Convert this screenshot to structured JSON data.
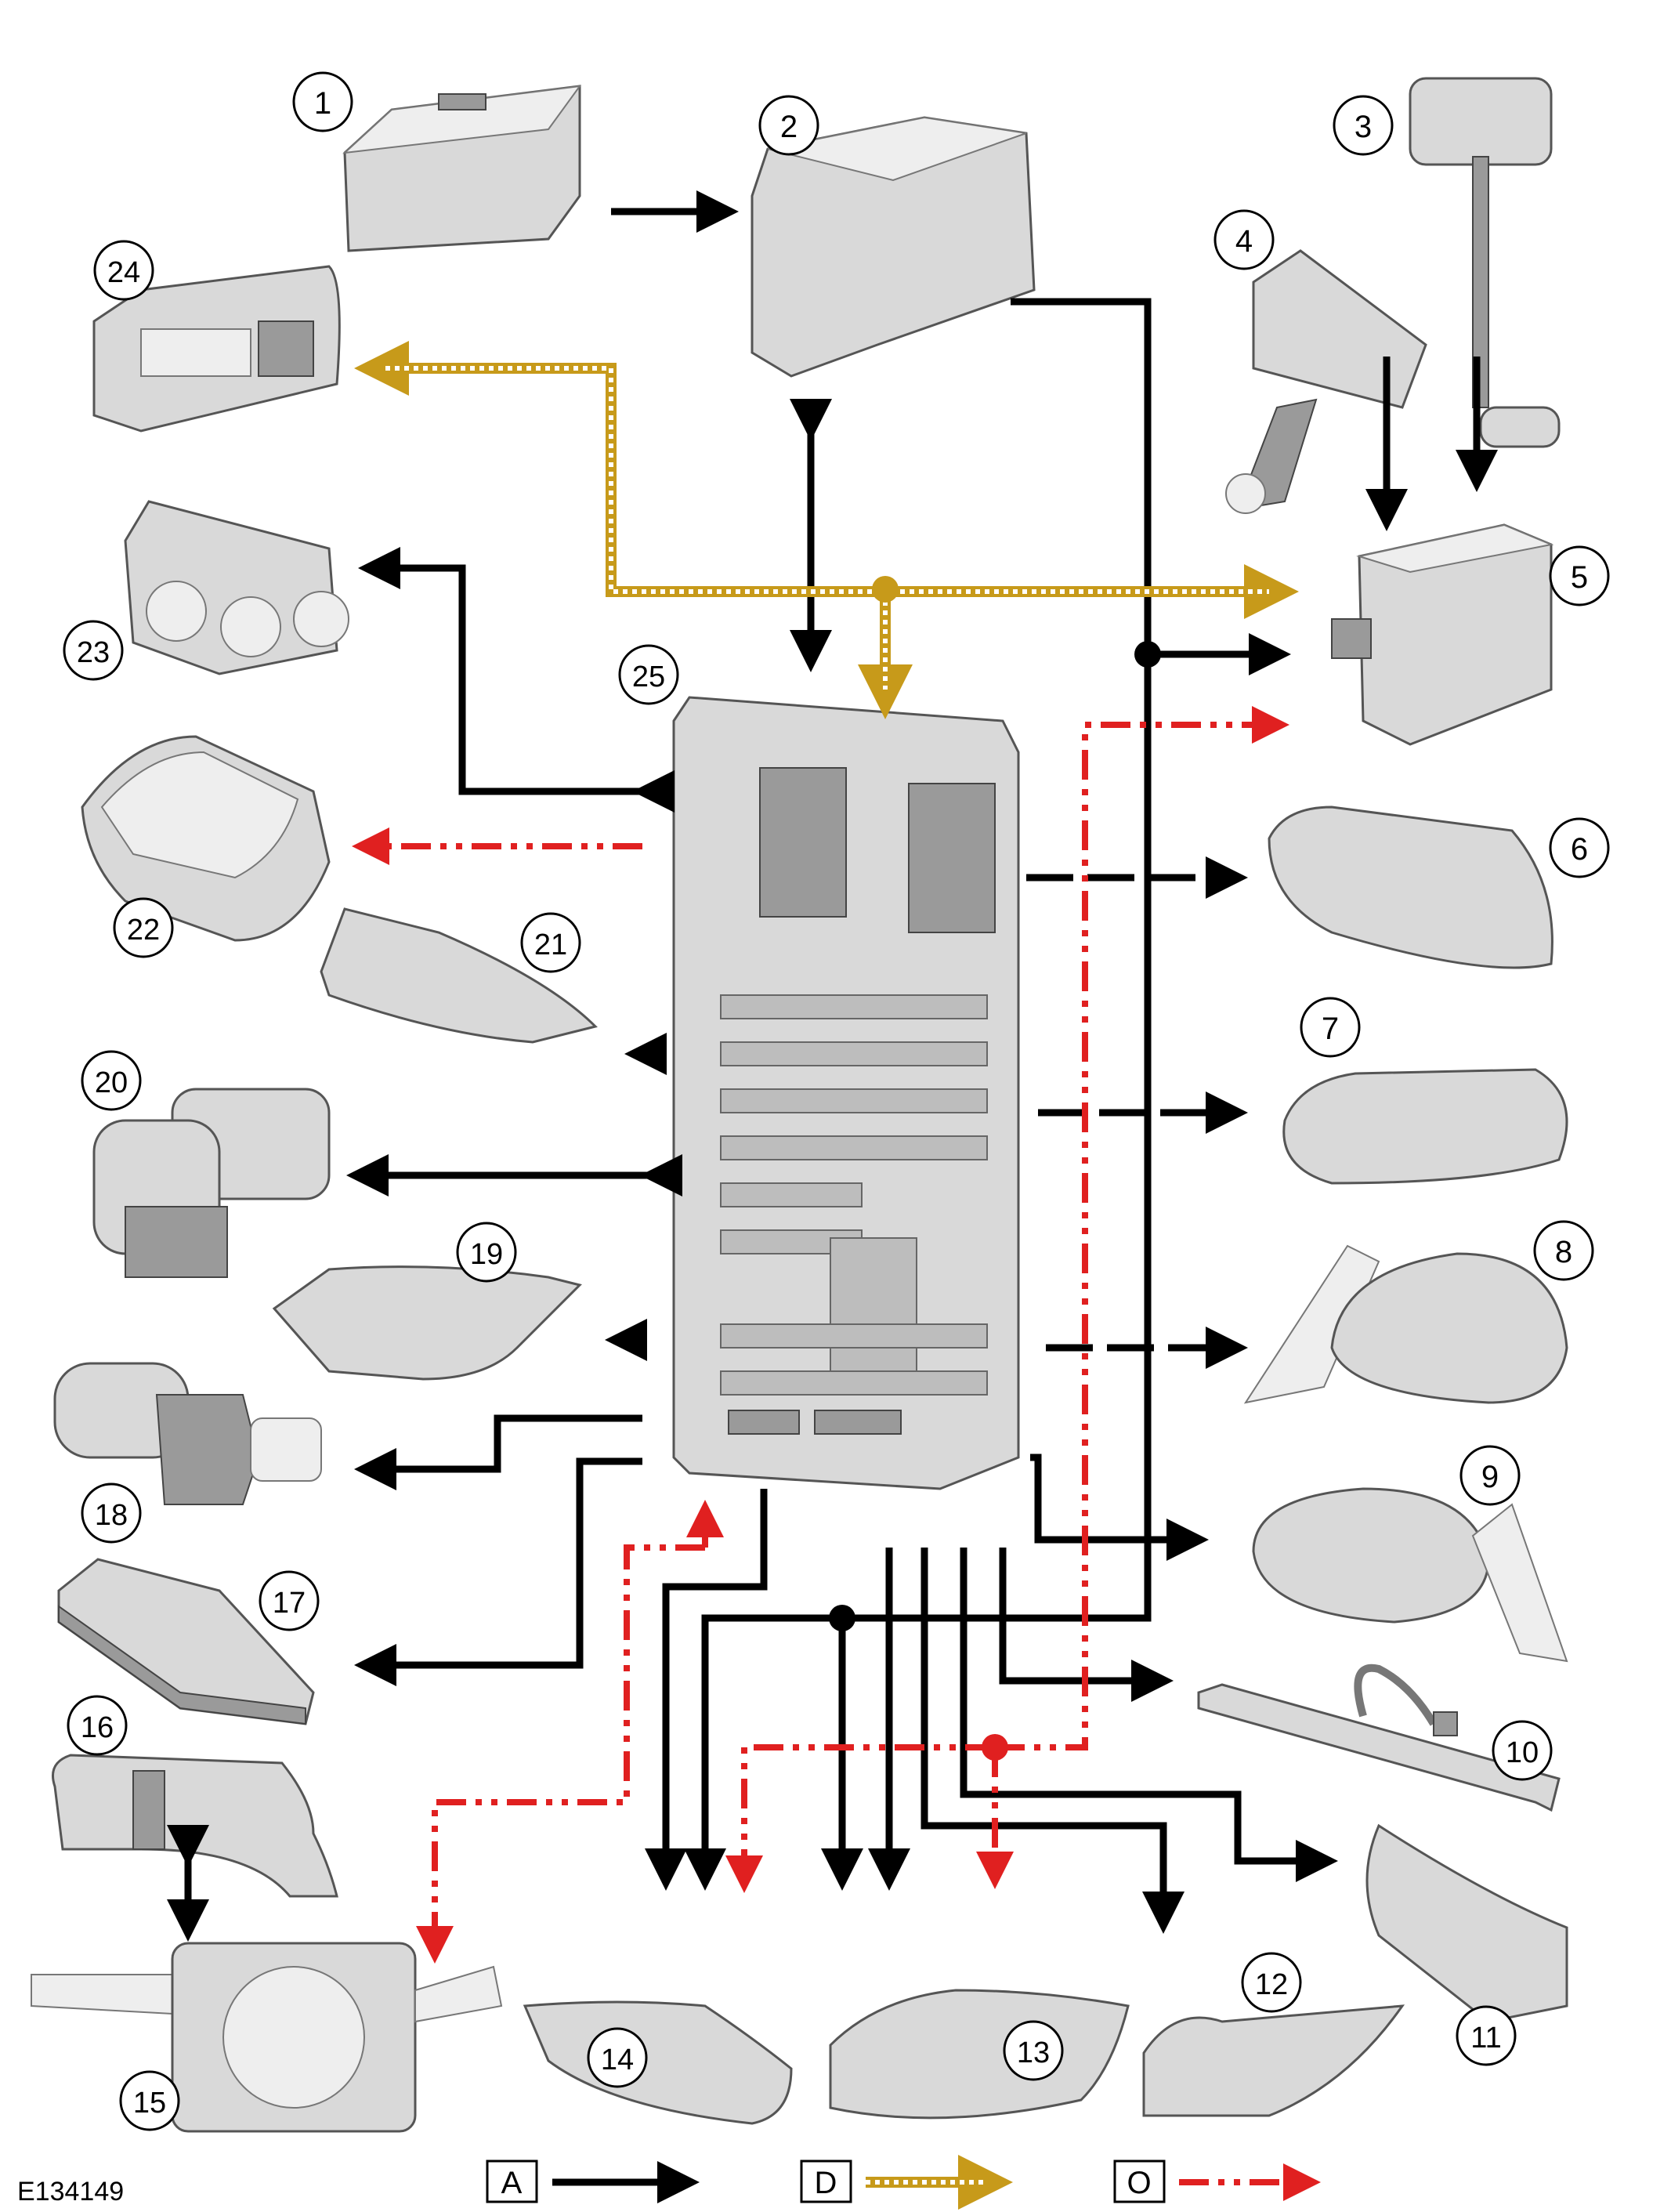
{
  "figure_ref": "E134149",
  "callouts": [
    "1",
    "2",
    "3",
    "4",
    "5",
    "6",
    "7",
    "8",
    "9",
    "10",
    "11",
    "12",
    "13",
    "14",
    "15",
    "16",
    "17",
    "18",
    "19",
    "20",
    "21",
    "22",
    "23",
    "24",
    "25"
  ],
  "legend": [
    {
      "label": "A",
      "style": "solid",
      "color": "#000000"
    },
    {
      "label": "D",
      "style": "dashed-hollow",
      "color": "#c79a1a"
    },
    {
      "label": "O",
      "style": "dash-dot-dot",
      "color": "#e02020"
    }
  ],
  "colors": {
    "line_a": "#000000",
    "line_d": "#c79a1a",
    "line_o": "#e02020",
    "part_fill": "#d9d9d9"
  }
}
